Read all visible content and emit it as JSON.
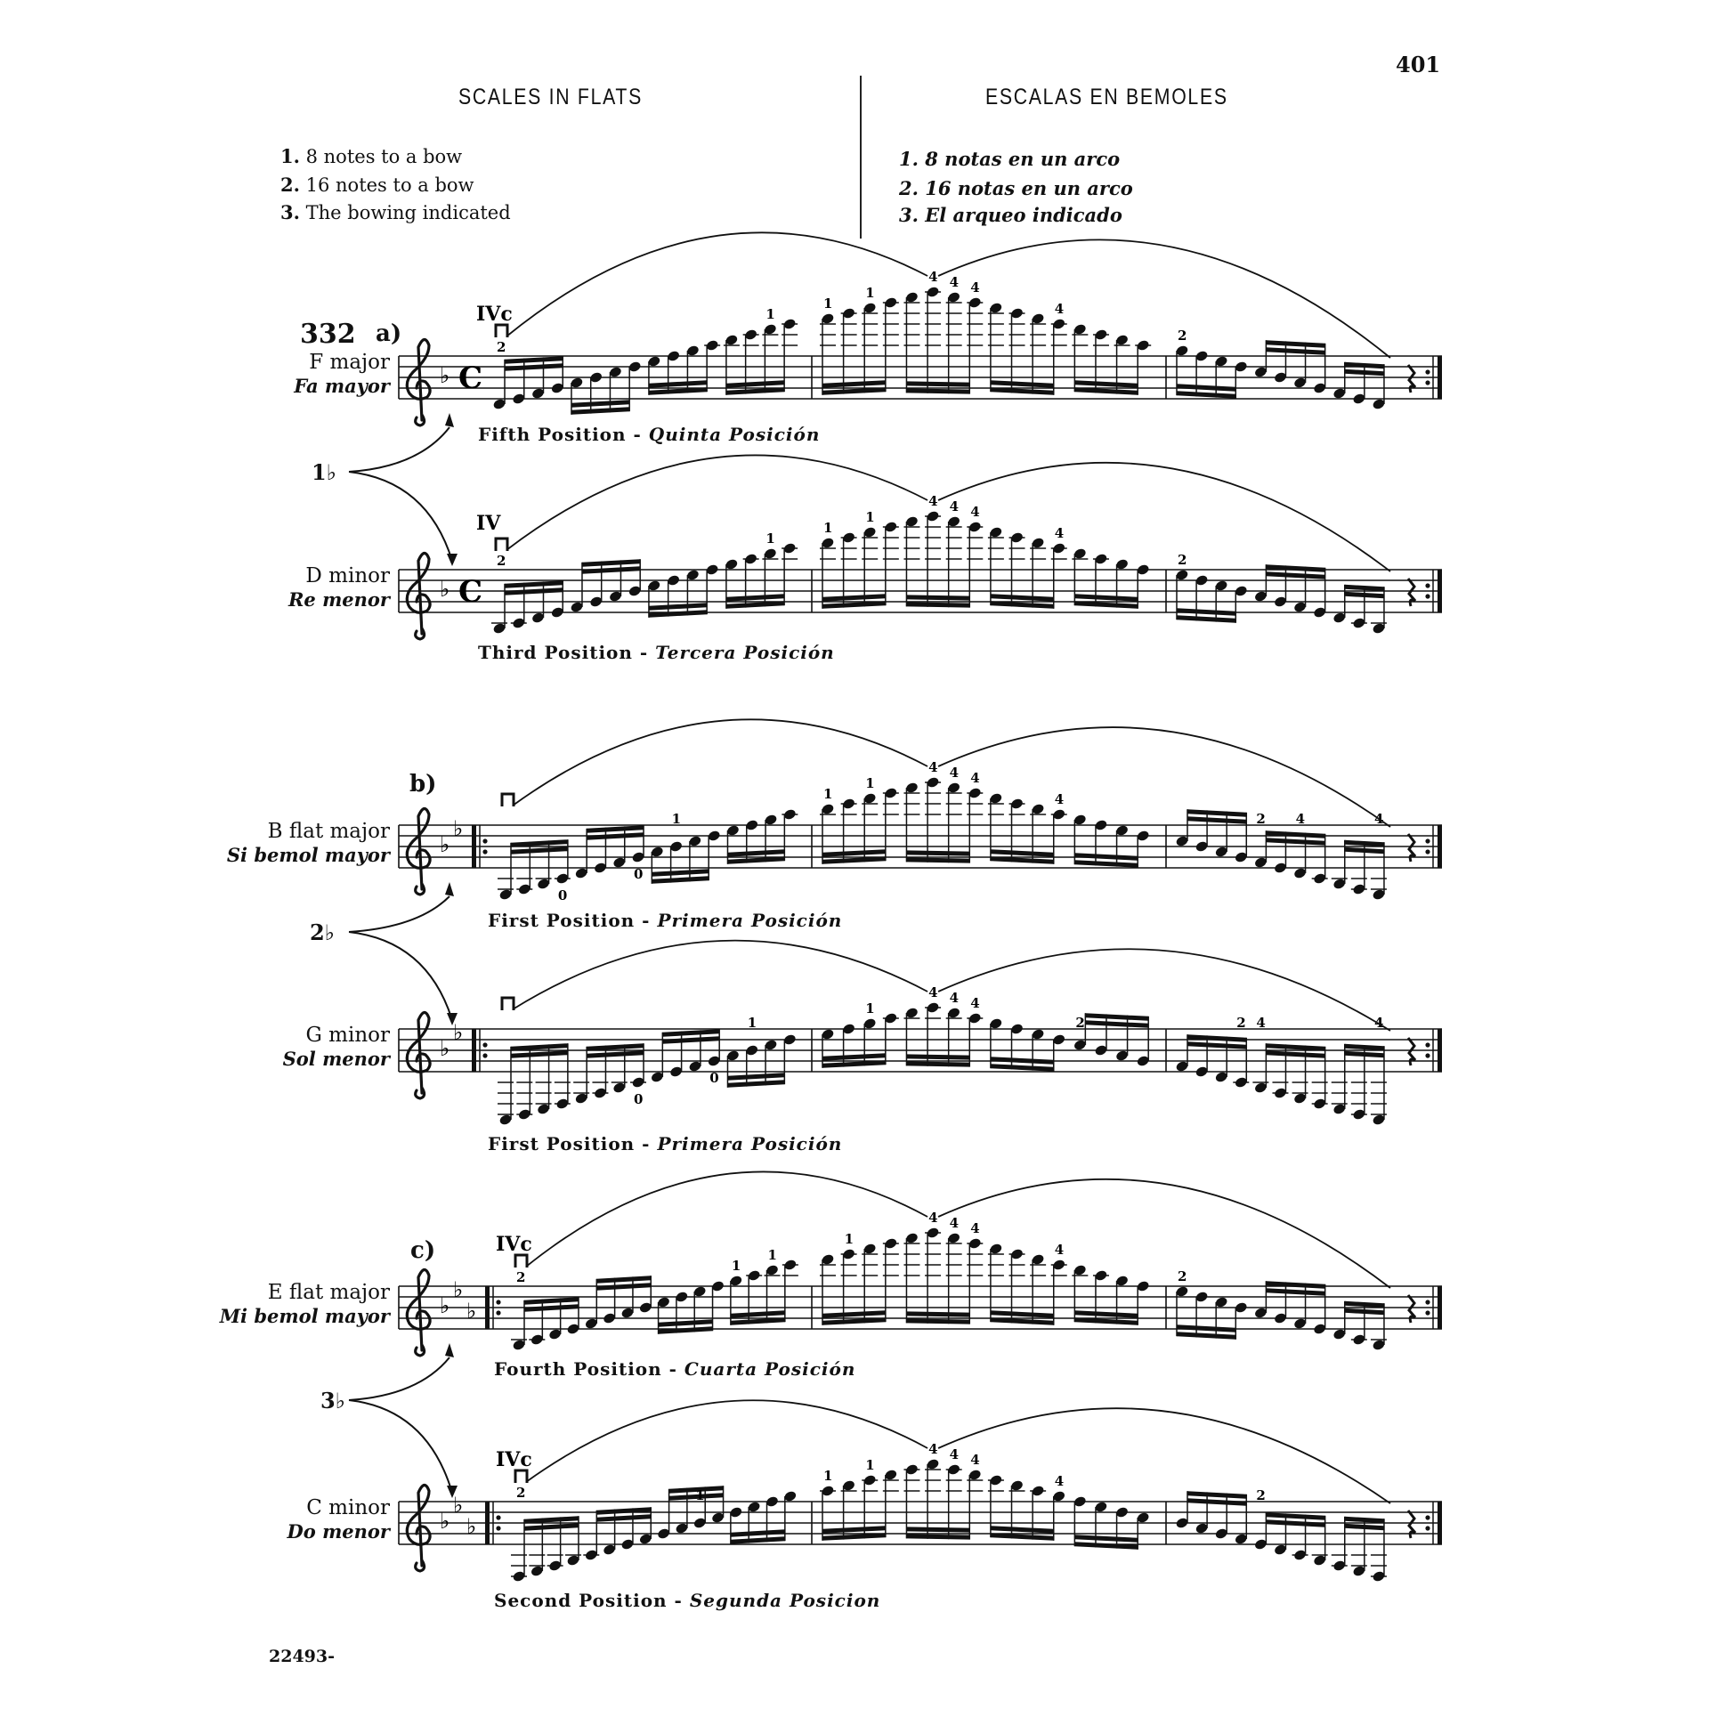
{
  "page_number": "401",
  "header": {
    "english_title": "SCALES IN FLATS",
    "spanish_title": "ESCALAS EN BEMOLES",
    "english_items": [
      {
        "num": "1.",
        "text": "8 notes to a bow"
      },
      {
        "num": "2.",
        "text": "16 notes to a bow"
      },
      {
        "num": "3.",
        "text": "The bowing indicated"
      }
    ],
    "spanish_items": [
      {
        "num": "1.",
        "text": "8 notas en un arco"
      },
      {
        "num": "2.",
        "text": "16 notas en un arco"
      },
      {
        "num": "3.",
        "text": "El arqueo indicado"
      }
    ]
  },
  "exercise_number": "332",
  "sections": [
    {
      "label": "a)",
      "flats_label": "1♭"
    },
    {
      "label": "b)",
      "flats_label": "2♭"
    },
    {
      "label": "c)",
      "flats_label": "3♭"
    }
  ],
  "staves": [
    {
      "name": "F major",
      "name_es": "Fa mayor",
      "position": "Fifth Position -",
      "position_es": "Quinta Posición",
      "string_mark": "IVc",
      "bow_finger": "2",
      "key_flats": [
        4
      ],
      "start_step": -1,
      "time": "C",
      "start_repeat": false,
      "fingerings": [
        {
          "note": 14,
          "text": "1"
        },
        {
          "note": 16,
          "text": "1"
        },
        {
          "note": 18,
          "text": "1"
        },
        {
          "note": 21,
          "text": "4"
        },
        {
          "note": 22,
          "text": "4"
        },
        {
          "note": 23,
          "text": "4"
        },
        {
          "note": 27,
          "text": "4"
        },
        {
          "note": 32,
          "text": "2"
        }
      ]
    },
    {
      "name": "D minor",
      "name_es": "Re menor",
      "position": "Third Position -",
      "position_es": "Tercera Posición",
      "string_mark": "IV",
      "bow_finger": "2",
      "key_flats": [
        4
      ],
      "start_step": -3,
      "time": "C",
      "start_repeat": false,
      "fingerings": [
        {
          "note": 14,
          "text": "1"
        },
        {
          "note": 16,
          "text": "1"
        },
        {
          "note": 18,
          "text": "1"
        },
        {
          "note": 21,
          "text": "4"
        },
        {
          "note": 22,
          "text": "4"
        },
        {
          "note": 23,
          "text": "4"
        },
        {
          "note": 27,
          "text": "4"
        },
        {
          "note": 32,
          "text": "2"
        }
      ]
    },
    {
      "name": "B flat major",
      "name_es": "Si bemol mayor",
      "position": "First Position -",
      "position_es": "Primera Posición",
      "string_mark": "",
      "bow_finger": "",
      "key_flats": [
        4,
        7
      ],
      "start_step": -5,
      "time": "",
      "start_repeat": true,
      "fingerings": [
        {
          "note": 3,
          "text": "0"
        },
        {
          "note": 7,
          "text": "0"
        },
        {
          "note": 9,
          "text": "1"
        },
        {
          "note": 16,
          "text": "1"
        },
        {
          "note": 18,
          "text": "1"
        },
        {
          "note": 21,
          "text": "4"
        },
        {
          "note": 22,
          "text": "4"
        },
        {
          "note": 23,
          "text": "4"
        },
        {
          "note": 27,
          "text": "4"
        },
        {
          "note": 36,
          "text": "2"
        },
        {
          "note": 38,
          "text": "4"
        },
        {
          "note": 43,
          "text": "4"
        }
      ]
    },
    {
      "name": "G minor",
      "name_es": "Sol menor",
      "position": "First Position -",
      "position_es": "Primera Posición",
      "string_mark": "",
      "bow_finger": "",
      "key_flats": [
        4,
        7
      ],
      "start_step": -9,
      "time": "",
      "start_repeat": true,
      "fingerings": [
        {
          "note": 7,
          "text": "0"
        },
        {
          "note": 11,
          "text": "0"
        },
        {
          "note": 13,
          "text": "1"
        },
        {
          "note": 18,
          "text": "1"
        },
        {
          "note": 21,
          "text": "4"
        },
        {
          "note": 22,
          "text": "4"
        },
        {
          "note": 23,
          "text": "4"
        },
        {
          "note": 28,
          "text": "2"
        },
        {
          "note": 35,
          "text": "2"
        },
        {
          "note": 36,
          "text": "4"
        },
        {
          "note": 42,
          "text": "4"
        }
      ]
    },
    {
      "name": "E flat major",
      "name_es": "Mi bemol mayor",
      "position": "Fourth Position -",
      "position_es": "Cuarta Posición",
      "string_mark": "IVc",
      "bow_finger": "2",
      "key_flats": [
        4,
        7,
        3
      ],
      "start_step": -3,
      "time": "",
      "start_repeat": true,
      "fingerings": [
        {
          "note": 12,
          "text": "1"
        },
        {
          "note": 14,
          "text": "1"
        },
        {
          "note": 17,
          "text": "1"
        },
        {
          "note": 21,
          "text": "4"
        },
        {
          "note": 22,
          "text": "4"
        },
        {
          "note": 23,
          "text": "4"
        },
        {
          "note": 27,
          "text": "4"
        },
        {
          "note": 32,
          "text": "2"
        }
      ]
    },
    {
      "name": "C minor",
      "name_es": "Do menor",
      "position": "Second Position -",
      "position_es": "Segunda Posicion",
      "string_mark": "IVc",
      "bow_finger": "2",
      "key_flats": [
        4,
        7,
        3
      ],
      "start_step": -6,
      "time": "",
      "start_repeat": true,
      "fingerings": [
        {
          "note": 10,
          "text": "1"
        },
        {
          "note": 16,
          "text": "1"
        },
        {
          "note": 18,
          "text": "1"
        },
        {
          "note": 21,
          "text": "4"
        },
        {
          "note": 22,
          "text": "4"
        },
        {
          "note": 23,
          "text": "4"
        },
        {
          "note": 27,
          "text": "4"
        },
        {
          "note": 36,
          "text": "2"
        }
      ]
    }
  ],
  "footer": "22493-"
}
